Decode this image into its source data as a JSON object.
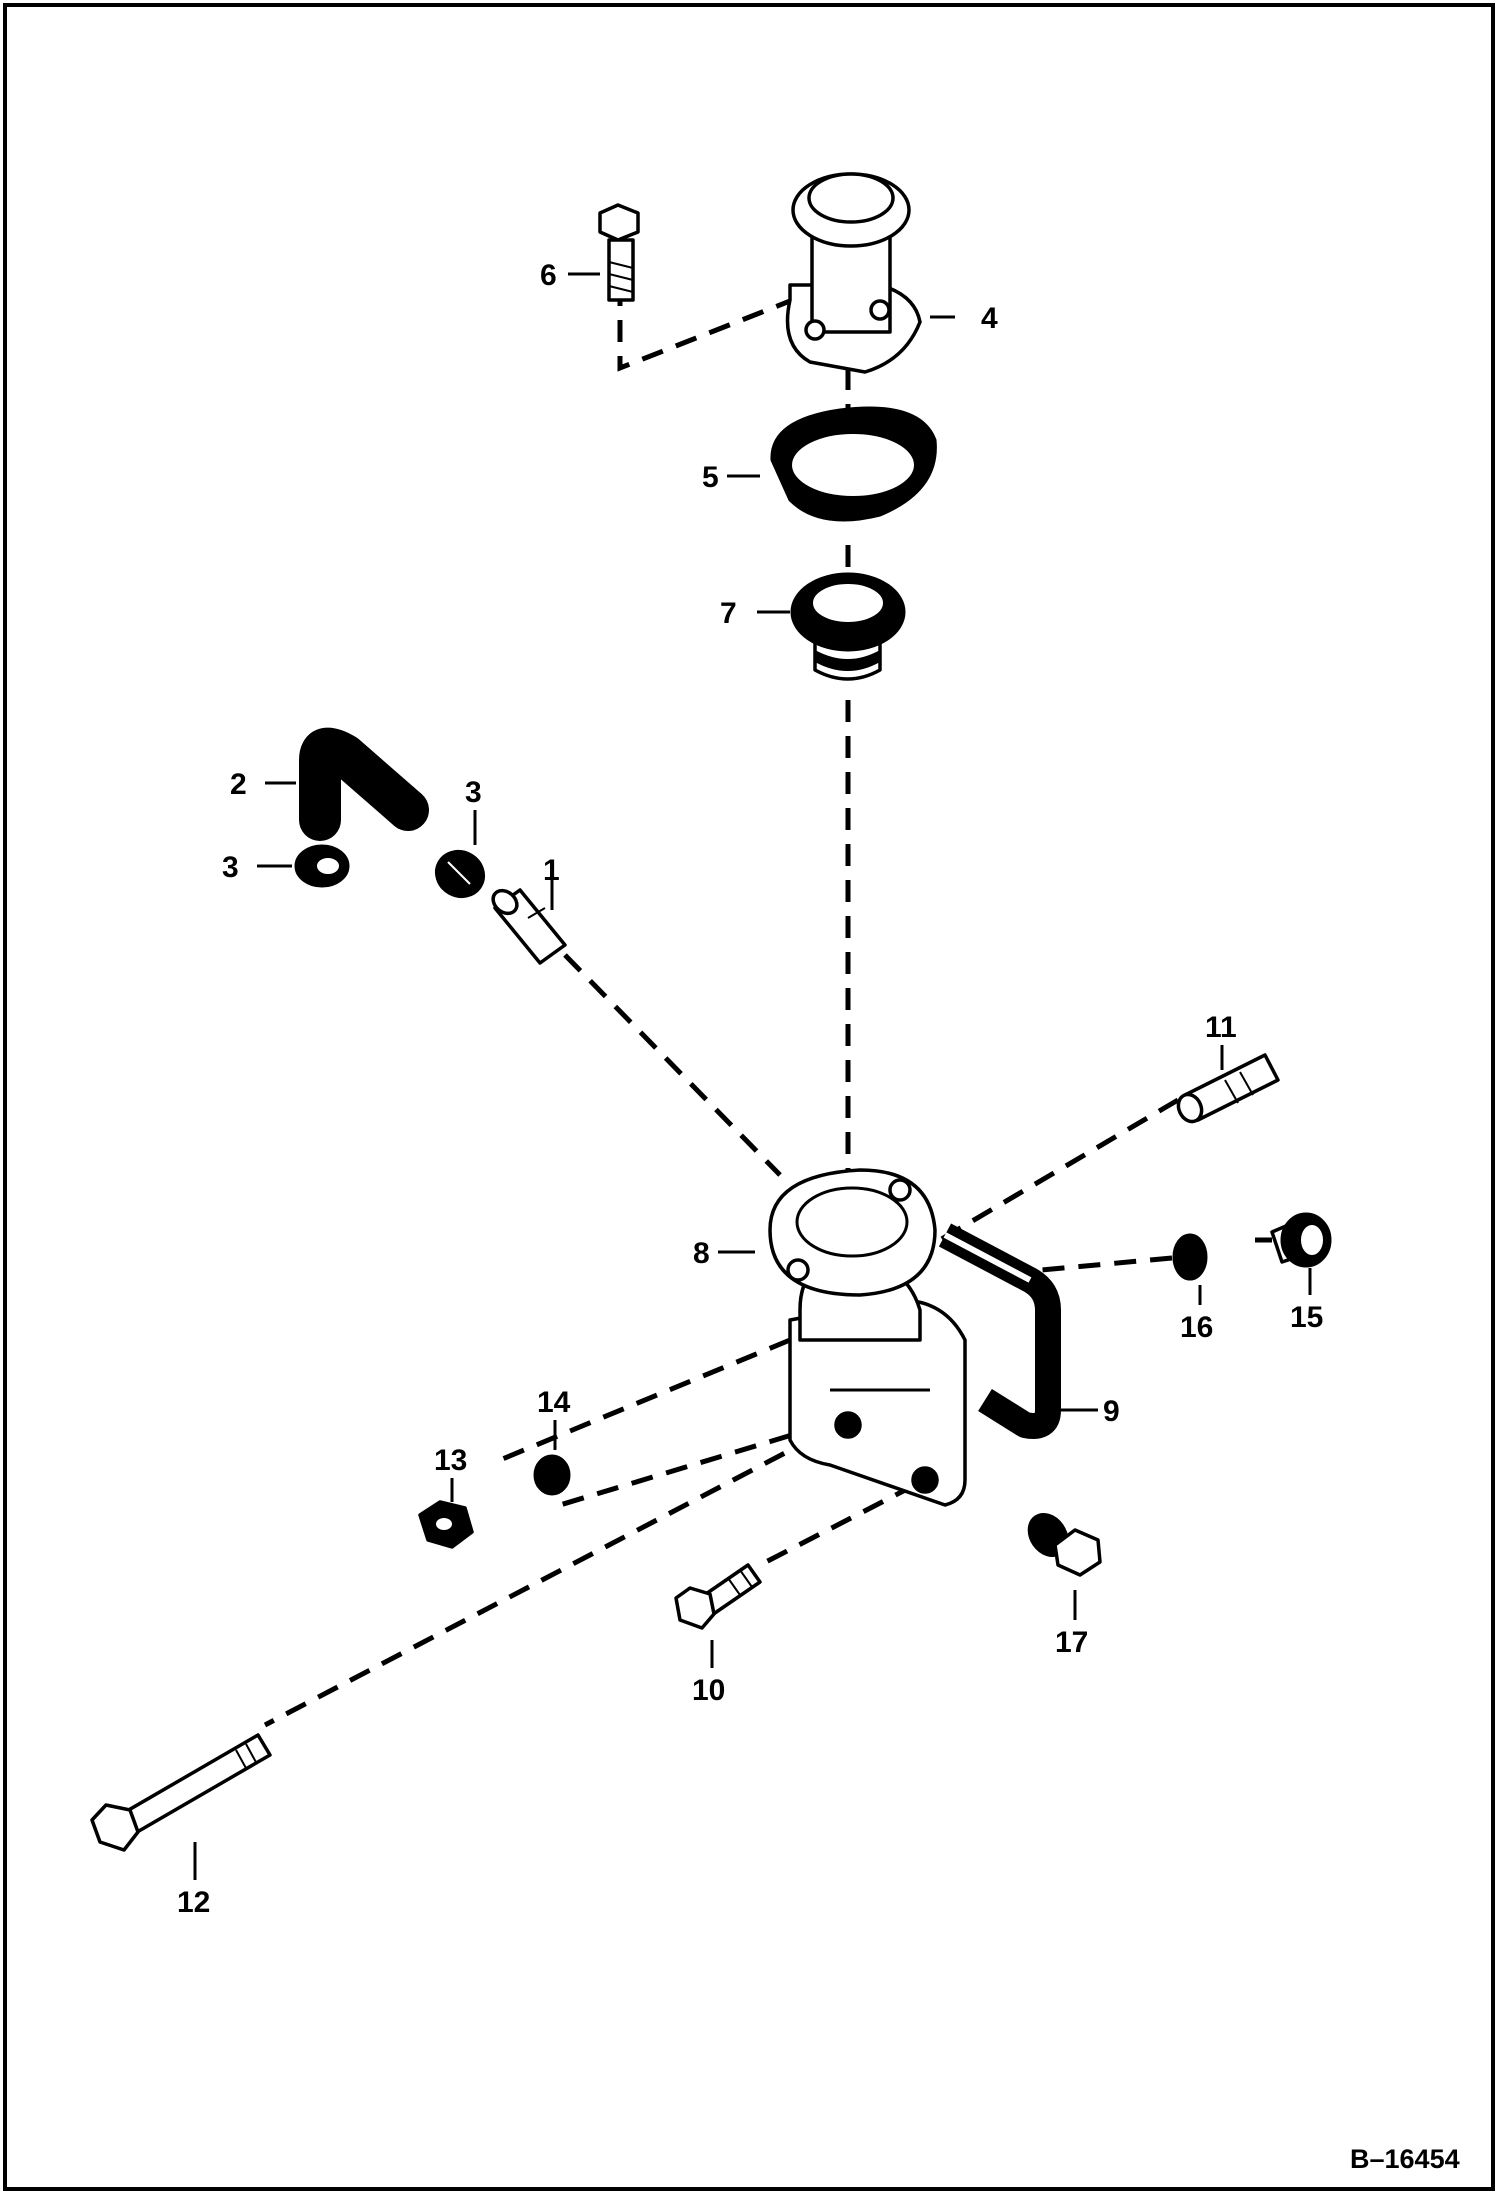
{
  "figure_id": "B–16454",
  "callouts": {
    "c1": "1",
    "c2": "2",
    "c3a": "3",
    "c3b": "3",
    "c4": "4",
    "c5": "5",
    "c6": "6",
    "c7": "7",
    "c8": "8",
    "c9": "9",
    "c10": "10",
    "c11": "11",
    "c12": "12",
    "c13": "13",
    "c14": "14",
    "c15": "15",
    "c16": "16",
    "c17": "17"
  },
  "colors": {
    "ink": "#000000",
    "paper": "#ffffff"
  }
}
